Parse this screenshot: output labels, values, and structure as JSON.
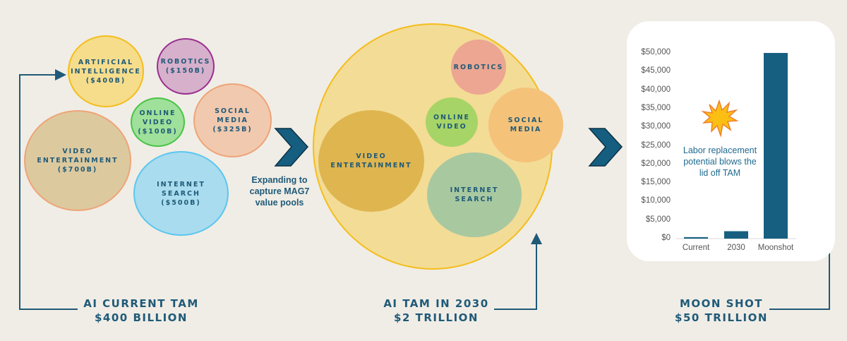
{
  "current": {
    "bubbles": [
      {
        "id": "ai",
        "label": "ARTIFICIAL\nINTELLIGENCE\n($400B)"
      },
      {
        "id": "robotics",
        "label": "ROBOTICS\n($150B)"
      },
      {
        "id": "online-video",
        "label": "ONLINE\nVIDEO\n($100B)"
      },
      {
        "id": "social-media",
        "label": "SOCIAL\nMEDIA\n($325B)"
      },
      {
        "id": "video-entertainment",
        "label": "VIDEO\nENTERTAINMENT\n($700B)"
      },
      {
        "id": "internet-search",
        "label": "INTERNET\nSEARCH\n($500B)"
      }
    ],
    "caption_line1": "AI CURRENT TAM",
    "caption_line2": "$400 BILLION"
  },
  "transition_note": "Expanding to capture MAG7 value pools",
  "future": {
    "bubbles": [
      {
        "id": "robotics",
        "label": "ROBOTICS"
      },
      {
        "id": "online-video",
        "label": "ONLINE\nVIDEO"
      },
      {
        "id": "social-media",
        "label": "SOCIAL\nMEDIA"
      },
      {
        "id": "video-entertainment",
        "label": "VIDEO\nENTERTAINMENT"
      },
      {
        "id": "internet-search",
        "label": "INTERNET\nSEARCH"
      }
    ],
    "caption_line1": "AI TAM IN 2030",
    "caption_line2": "$2 TRILLION"
  },
  "moonshot": {
    "annotation": "Labor replacement potential blows the lid off TAM",
    "caption_line1": "MOON SHOT",
    "caption_line2": "$50 TRILLION"
  },
  "colors": {
    "navy": "#1f5a78",
    "bar": "#175f80",
    "background": "#f0ede6"
  },
  "chart_data": {
    "type": "bar",
    "categories": [
      "Current",
      "2030",
      "Moonshot"
    ],
    "values": [
      400,
      2000,
      50000
    ],
    "ylim": [
      0,
      50000
    ],
    "yticks": [
      "$0",
      "$5,000",
      "$10,000",
      "$15,000",
      "$20,000",
      "$25,000",
      "$30,000",
      "$35,000",
      "$40,000",
      "$45,000",
      "$50,000"
    ],
    "title": "",
    "xlabel": "",
    "ylabel": ""
  }
}
